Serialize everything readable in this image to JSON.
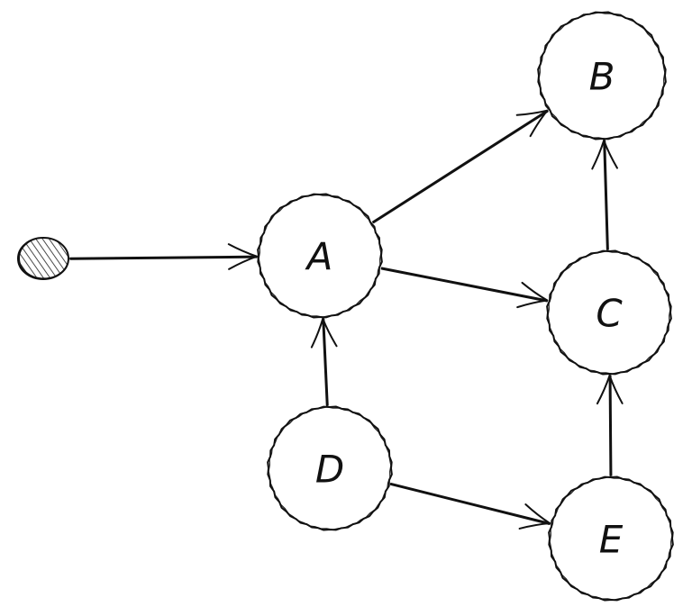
{
  "diagram": {
    "nodes": [
      {
        "id": "A",
        "label": "A"
      },
      {
        "id": "B",
        "label": "B"
      },
      {
        "id": "C",
        "label": "C"
      },
      {
        "id": "D",
        "label": "D"
      },
      {
        "id": "E",
        "label": "E"
      }
    ],
    "start_marker": {
      "id": "start",
      "style": "hatched"
    },
    "edges": [
      {
        "from": "start",
        "to": "A"
      },
      {
        "from": "A",
        "to": "B"
      },
      {
        "from": "A",
        "to": "C"
      },
      {
        "from": "C",
        "to": "B"
      },
      {
        "from": "D",
        "to": "A"
      },
      {
        "from": "D",
        "to": "E"
      },
      {
        "from": "E",
        "to": "C"
      }
    ]
  }
}
